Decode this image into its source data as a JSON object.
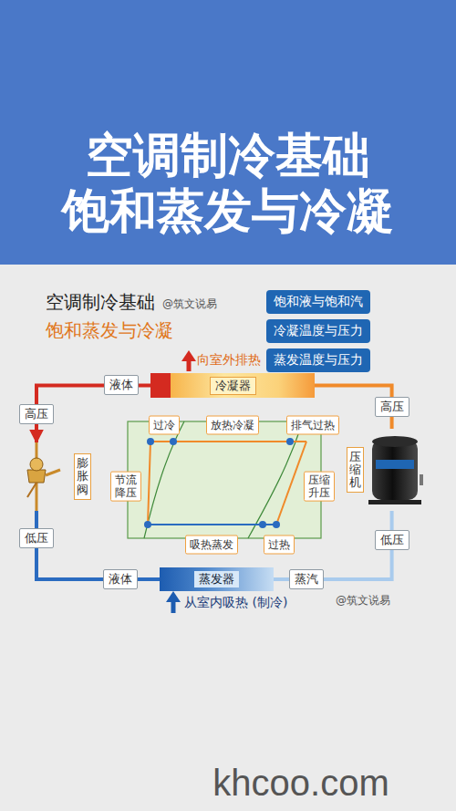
{
  "diagram": {
    "title": "空调制冷基础 饱和蒸发与冷凝",
    "nodes": [
      {
        "text": [
          "饱和液与饱和汽"
        ]
      },
      {
        "text": [
          "冷凝温度与压力"
        ]
      },
      {
        "text": [
          "蒸发温度与压力"
        ]
      },
      {
        "text": [
          "冷凝器"
        ]
      },
      {
        "text": [
          "膨胀阀"
        ]
      },
      {
        "text": [
          "压缩机"
        ]
      },
      {
        "text": [
          "蒸发器"
        ]
      }
    ],
    "edges": [
      {
        "from": 3,
        "to": 4,
        "arrow": "to"
      },
      {
        "from": 4,
        "to": 6,
        "arrow": "none"
      },
      {
        "from": 6,
        "to": 5,
        "arrow": "none"
      },
      {
        "from": 5,
        "to": 3,
        "arrow": "none"
      }
    ],
    "labels": [
      "空调制冷基础",
      "@筑文说易",
      "饱和蒸发与冷凝",
      "向室外排热",
      "液体",
      "高压",
      "高压",
      "过冷",
      "放热冷凝",
      "排气过热",
      "节流降压",
      "压缩升压",
      "吸热蒸发",
      "过热",
      "低压",
      "低压",
      "液体",
      "蒸汽",
      "从室内吸热 (制冷)",
      "@筑文说易",
      "khcoo.com"
    ]
  }
}
